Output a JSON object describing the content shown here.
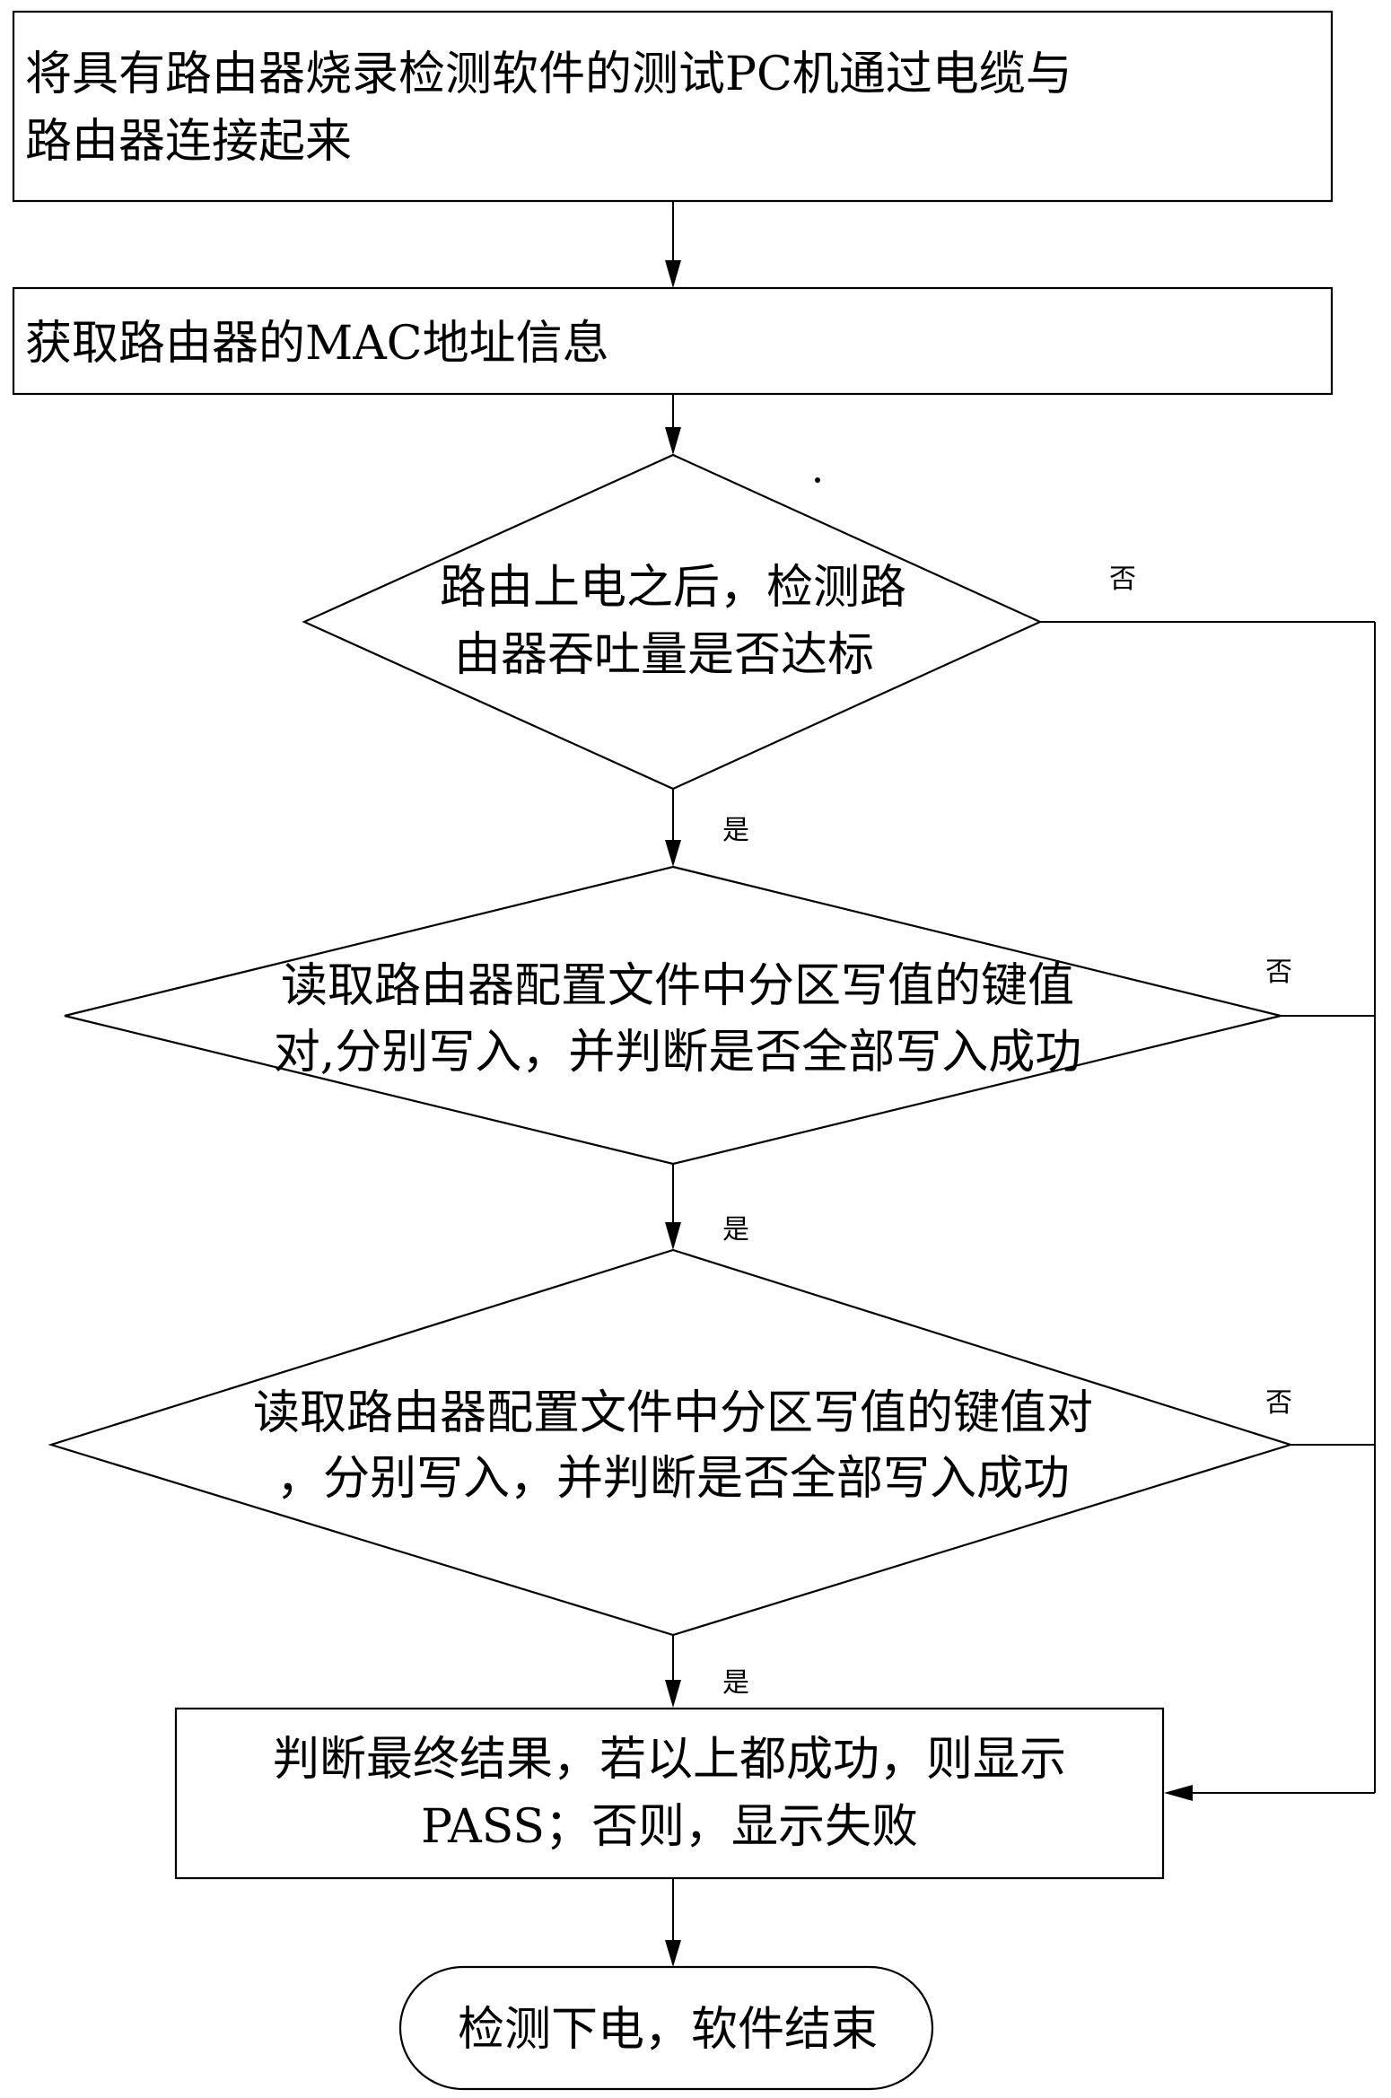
{
  "flowchart": {
    "nodes": [
      {
        "id": "step1",
        "type": "process",
        "lines": [
          "将具有路由器烧录检测软件的测试PC机通过电缆与",
          "路由器连接起来"
        ]
      },
      {
        "id": "step2",
        "type": "process",
        "lines": [
          "获取路由器的MAC地址信息"
        ]
      },
      {
        "id": "decision1",
        "type": "decision",
        "lines": [
          "路由上电之后，检测路",
          "由器吞吐量是否达标"
        ]
      },
      {
        "id": "decision2",
        "type": "decision",
        "lines": [
          "读取路由器配置文件中分区写值的键值",
          "对,分别写入，并判断是否全部写入成功"
        ]
      },
      {
        "id": "decision3",
        "type": "decision",
        "lines": [
          "读取路由器配置文件中分区写值的键值对",
          "，分别写入，并判断是否全部写入成功"
        ]
      },
      {
        "id": "step3",
        "type": "process",
        "lines": [
          "判断最终结果，若以上都成功，则显示",
          "PASS；否则，显示失败"
        ]
      },
      {
        "id": "end",
        "type": "terminator",
        "lines": [
          "检测下电，软件结束"
        ]
      }
    ],
    "edge_labels": {
      "yes": "是",
      "no": "否"
    },
    "edges": [
      {
        "from": "step1",
        "to": "step2",
        "label": ""
      },
      {
        "from": "step2",
        "to": "decision1",
        "label": ""
      },
      {
        "from": "decision1",
        "to": "decision2",
        "label": "是"
      },
      {
        "from": "decision1",
        "to": "step3",
        "label": "否"
      },
      {
        "from": "decision2",
        "to": "decision3",
        "label": "是"
      },
      {
        "from": "decision2",
        "to": "step3",
        "label": "否"
      },
      {
        "from": "decision3",
        "to": "step3",
        "label": "是"
      },
      {
        "from": "decision3",
        "to": "step3",
        "label": "否"
      },
      {
        "from": "step3",
        "to": "end",
        "label": ""
      }
    ]
  }
}
